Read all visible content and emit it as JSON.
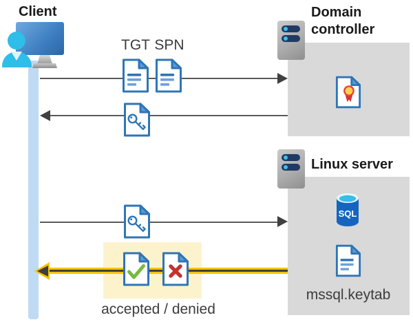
{
  "title_labels": {
    "client": "Client",
    "domain_controller": "Domain controller",
    "linux_server": "Linux server"
  },
  "flow": {
    "tgt": "TGT",
    "spn": "SPN",
    "result": "accepted / denied"
  },
  "linux_assets": {
    "sql_badge": "SQL",
    "keytab": "mssql.keytab"
  },
  "icons": {
    "client": "user-at-monitor-icon",
    "servers": "server-tower-icon",
    "tgt": "ticket-document-icon",
    "spn": "ticket-document-icon",
    "session_key": "key-document-icon",
    "certificate": "certificate-document-icon",
    "sql": "sql-database-cylinder-icon",
    "accepted": "check-document-icon",
    "denied": "x-document-icon",
    "keytab": "text-document-icon"
  },
  "colors": {
    "doc_blue": "#2E75B6",
    "fold_blue": "#5B9BD5",
    "timeline_blue": "#BFDAF3",
    "box_gray": "#D9D9D9",
    "highlight_yellow": "#FCF3CD",
    "arrow_gray": "#595959",
    "arrow_yellow": "#F5C400",
    "check_green": "#76BB40",
    "deny_red": "#C13431",
    "cert_gold": "#FFD24C",
    "cert_red": "#D13438",
    "server_pill_navy": "#203A64",
    "person_cyan": "#2FBDE9",
    "sql_body_blue": "#1565C0",
    "sql_top_cyan": "#35BEE8"
  }
}
